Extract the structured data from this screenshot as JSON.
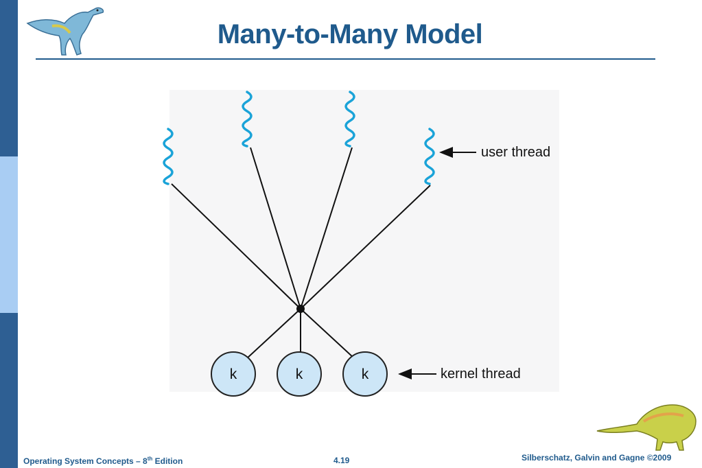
{
  "slide": {
    "title": "Many-to-Many Model",
    "footer_left_prefix": "Operating System Concepts – 8",
    "footer_left_sup": "th",
    "footer_left_suffix": " Edition",
    "footer_center": "4.19",
    "footer_right": "Silberschatz, Galvin and Gagne ©2009"
  },
  "diagram": {
    "user_thread_label": "user thread",
    "kernel_thread_label": "kernel thread",
    "kernel_nodes": [
      "k",
      "k",
      "k"
    ],
    "user_thread_count": 4
  },
  "colors": {
    "sidebar": "#2e5f93",
    "title": "#1f5a8c",
    "thread_wave": "#1aa3d8",
    "kernel_fill": "#cde6f7"
  },
  "icons": {
    "top_logo": "dinosaur-logo",
    "bottom_logo": "dinosaur-logo",
    "thread": "wavy-thread-icon"
  }
}
